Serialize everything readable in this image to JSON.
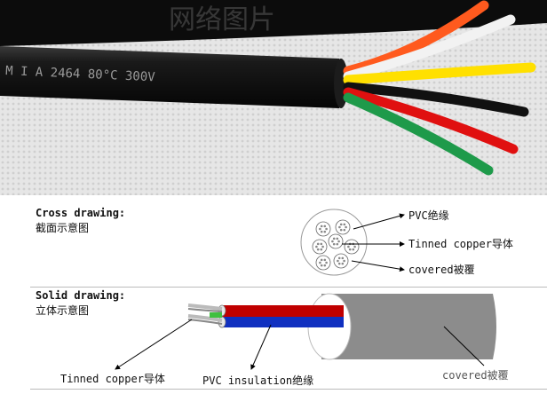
{
  "photo": {
    "jacket_print": "M I A   2464   80°C   300V",
    "watermark": "网络图片",
    "wire_colors": [
      "#ff5a1e",
      "#f2f2f2",
      "#ffe000",
      "#111111",
      "#e01010",
      "#1e9a4a"
    ]
  },
  "cross_section": {
    "title_en": "Cross drawing:",
    "title_zh": "截面示意图",
    "callouts": [
      "PVC绝缘",
      "Tinned copper导体",
      "covered被覆"
    ]
  },
  "solid_drawing": {
    "title_en": "Solid drawing:",
    "title_zh": "立体示意图",
    "callouts": [
      "Tinned copper导体",
      "PVC insulation绝缘",
      "covered被覆"
    ]
  },
  "colors": {
    "jacket": "#8c8c8c",
    "photo_bg": "#dcdcdc",
    "wire_red": "#c00000",
    "wire_blue": "#1030c0",
    "conductor_green": "#40c040"
  }
}
